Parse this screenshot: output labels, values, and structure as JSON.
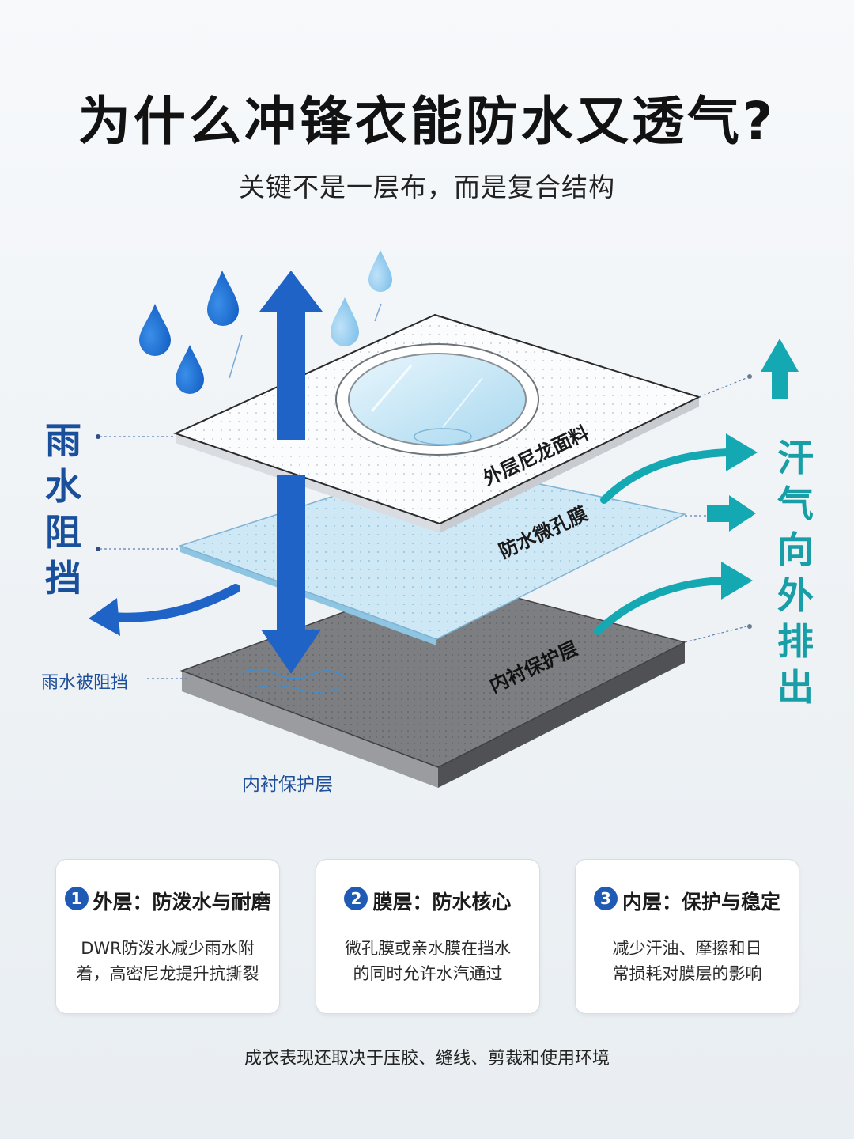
{
  "title": "为什么冲锋衣能防水又透气?",
  "subtitle": "关键不是一层布，而是复合结构",
  "diagram": {
    "left_label": "雨水阻挡",
    "right_label": "汗气向外排出",
    "layer_outer": "外层尼龙面料",
    "layer_membrane": "防水微孔膜",
    "layer_inner": "内衬保护层",
    "rain_blocked_label": "雨水被阻挡",
    "inner_layer_caption": "内衬保护层"
  },
  "cards": [
    {
      "number": "1",
      "title": "外层：防泼水与耐磨",
      "text_line1": "DWR防泼水减少雨水附",
      "text_line2": "着，高密尼龙提升抗撕裂"
    },
    {
      "number": "2",
      "title": "膜层：防水核心",
      "text_line1": "微孔膜或亲水膜在挡水",
      "text_line2": "的同时允许水汽通过"
    },
    {
      "number": "3",
      "title": "内层：保护与稳定",
      "text_line1": "减少汗油、摩擦和日",
      "text_line2": "常损耗对膜层的影响"
    }
  ],
  "footer": "成衣表现还取决于压胶、缝线、剪裁和使用环境",
  "colors": {
    "rain_blue": "#1e6fd0",
    "arrow_blue": "#1f63c6",
    "teal": "#14a9b2",
    "label_blue": "#1a4f9c",
    "inner_gray": "#7d7f82"
  }
}
